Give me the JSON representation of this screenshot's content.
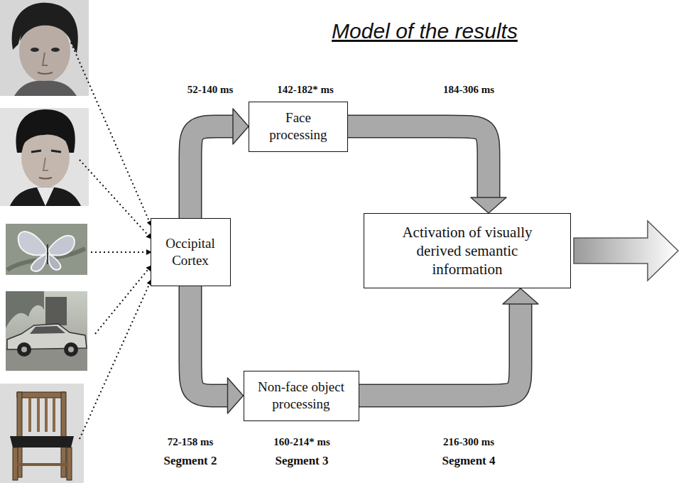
{
  "diagram": {
    "title": "Model of the results",
    "nodes": [
      {
        "text": [
          "Face processing"
        ]
      },
      {
        "text": [
          "Occipital Cortex"
        ]
      },
      {
        "text": [
          "Activation of visually derived semantic information"
        ]
      },
      {
        "text": [
          "Non-face object processing"
        ]
      }
    ],
    "edges": [
      {
        "from": 1,
        "to": 0,
        "arrow": "to"
      },
      {
        "from": 1,
        "to": 3,
        "arrow": "to"
      },
      {
        "from": 0,
        "to": 2,
        "arrow": "to"
      },
      {
        "from": 3,
        "to": 2,
        "arrow": "to"
      }
    ],
    "labels": [
      "52-140 ms",
      "142-182* ms",
      "184-306 ms",
      "72-158 ms",
      "160-214* ms",
      "216-300 ms",
      "Segment 2",
      "Segment 3",
      "Segment 4"
    ]
  }
}
